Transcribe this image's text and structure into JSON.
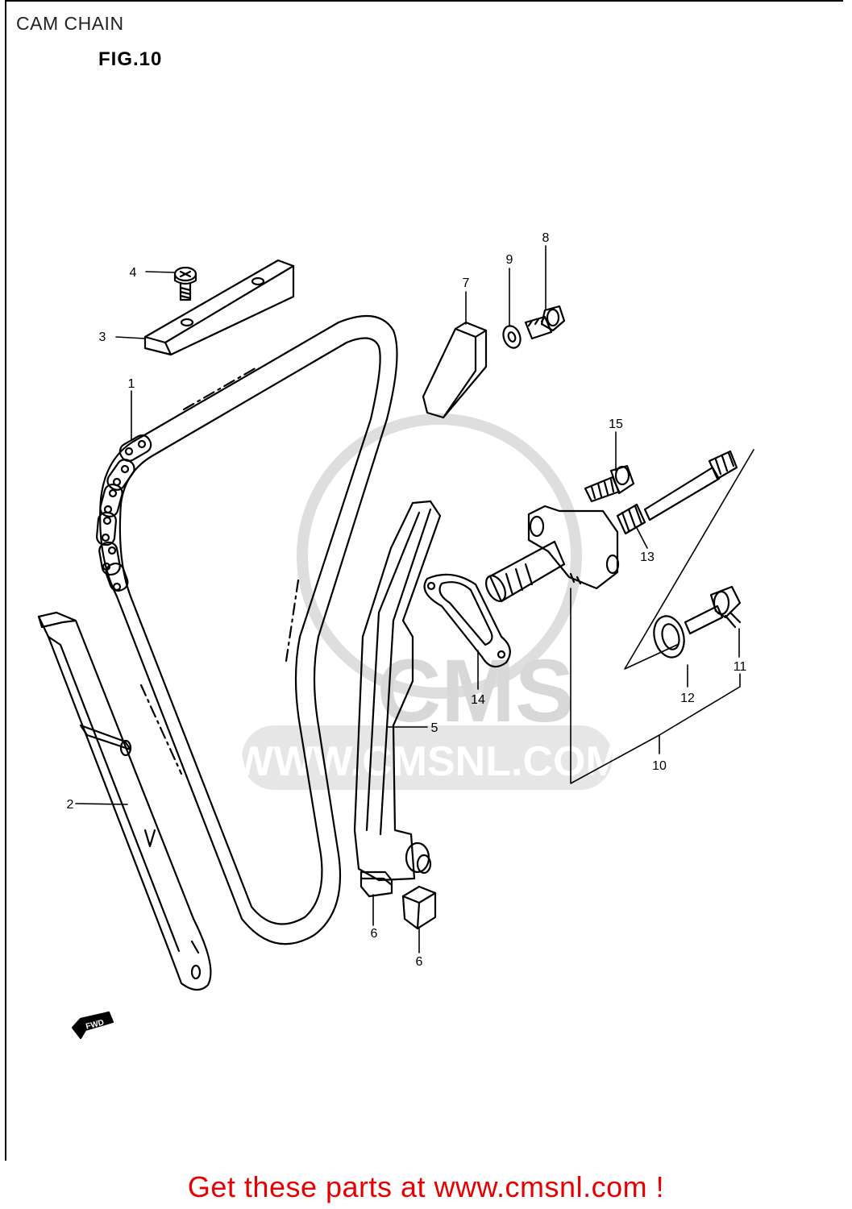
{
  "page": {
    "title": "CAM CHAIN",
    "figure": "FIG.10",
    "promo": "Get these parts at www.cmsnl.com !"
  },
  "watermark": {
    "brand": "CMS",
    "url": "WWW.CMSNL.COM"
  },
  "direction_tag": "FWD",
  "callouts": {
    "c1": "1",
    "c2": "2",
    "c3": "3",
    "c4": "4",
    "c5": "5",
    "c6a": "6",
    "c6b": "6",
    "c7": "7",
    "c8": "8",
    "c9": "9",
    "c10": "10",
    "c11": "11",
    "c12": "12",
    "c13": "13",
    "c14": "14",
    "c15": "15"
  },
  "colors": {
    "promo": "#e60000",
    "watermark": "#d8d8d8",
    "line": "#000000"
  }
}
